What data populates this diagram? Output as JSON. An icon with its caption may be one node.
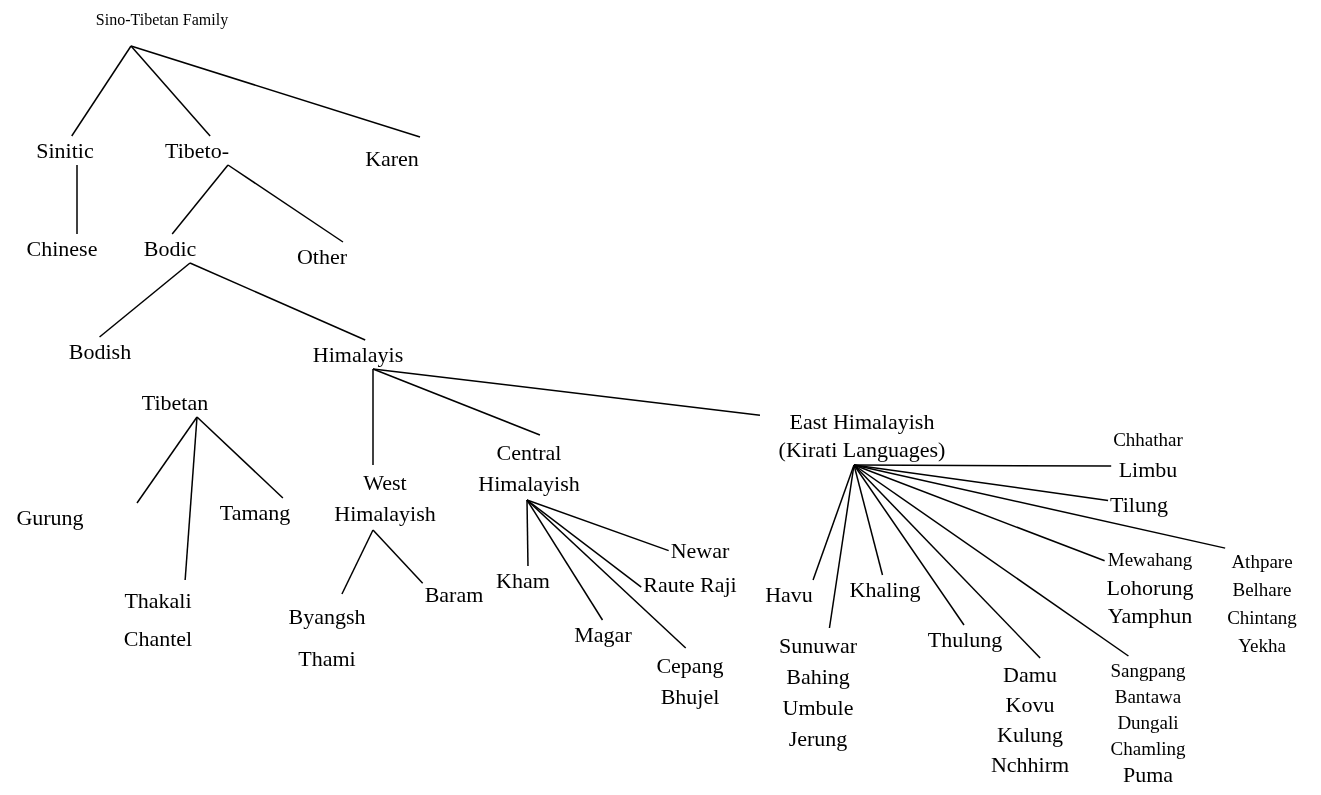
{
  "diagram": {
    "nodes": [
      {
        "text": [
          "Sino-Tibetan Family"
        ]
      },
      {
        "text": [
          "Sinitic"
        ]
      },
      {
        "text": [
          "Tibeto-"
        ]
      },
      {
        "text": [
          "Karen"
        ]
      },
      {
        "text": [
          "Chinese"
        ]
      },
      {
        "text": [
          "Bodic"
        ]
      },
      {
        "text": [
          "Other"
        ]
      },
      {
        "text": [
          "Bodish"
        ]
      },
      {
        "text": [
          "Himalayis"
        ]
      },
      {
        "text": [
          "Tibetan"
        ]
      },
      {
        "text": [
          "Gurung"
        ]
      },
      {
        "text": [
          "Thakali",
          "Chantel"
        ]
      },
      {
        "text": [
          "Tamang"
        ]
      },
      {
        "text": [
          "West Himalayish"
        ]
      },
      {
        "text": [
          "Central Himalayish"
        ]
      },
      {
        "text": [
          "East Himalayish (Kirati Languages)"
        ]
      },
      {
        "text": [
          "Kham"
        ]
      },
      {
        "text": [
          "Magar"
        ]
      },
      {
        "text": [
          "Cepang Bhujel"
        ]
      },
      {
        "text": [
          "Raute Raji"
        ]
      },
      {
        "text": [
          "Newar"
        ]
      },
      {
        "text": [
          "Baram"
        ]
      },
      {
        "text": [
          "Byangsh",
          "Thami"
        ]
      },
      {
        "text": [
          "Chhathar",
          "Limbu"
        ]
      },
      {
        "text": [
          "Tilung"
        ]
      },
      {
        "text": [
          "Havu"
        ]
      },
      {
        "text": [
          "Khaling"
        ]
      },
      {
        "text": [
          "Sunuwar",
          "Bahing",
          "Umbule",
          "Jerung"
        ]
      },
      {
        "text": [
          "Thulung"
        ]
      },
      {
        "text": [
          "Damu",
          "Kovu",
          "Kulung",
          "Nchhirm"
        ]
      },
      {
        "text": [
          "Mewahang",
          "Lohorung",
          "Yamphun"
        ]
      },
      {
        "text": [
          "Sangpang",
          "Bantawa",
          "Dungali",
          "Chamling",
          "Puma"
        ]
      },
      {
        "text": [
          "Athpare",
          "Belhare",
          "Chintang",
          "Yekha"
        ]
      }
    ],
    "edges": [
      {
        "from": 0,
        "to": 1,
        "arrow": "none"
      },
      {
        "from": 0,
        "to": 2,
        "arrow": "none"
      },
      {
        "from": 0,
        "to": 3,
        "arrow": "none"
      },
      {
        "from": 1,
        "to": 4,
        "arrow": "none"
      },
      {
        "from": 2,
        "to": 5,
        "arrow": "none"
      },
      {
        "from": 2,
        "to": 6,
        "arrow": "none"
      },
      {
        "from": 5,
        "to": 7,
        "arrow": "none"
      },
      {
        "from": 5,
        "to": 8,
        "arrow": "none"
      },
      {
        "from": 9,
        "to": 10,
        "arrow": "none"
      },
      {
        "from": 9,
        "to": 11,
        "arrow": "none"
      },
      {
        "from": 9,
        "to": 12,
        "arrow": "none"
      },
      {
        "from": 8,
        "to": 13,
        "arrow": "none"
      },
      {
        "from": 8,
        "to": 14,
        "arrow": "none"
      },
      {
        "from": 8,
        "to": 15,
        "arrow": "none"
      },
      {
        "from": 14,
        "to": 16,
        "arrow": "none"
      },
      {
        "from": 14,
        "to": 17,
        "arrow": "none"
      },
      {
        "from": 14,
        "to": 18,
        "arrow": "none"
      },
      {
        "from": 14,
        "to": 19,
        "arrow": "none"
      },
      {
        "from": 14,
        "to": 20,
        "arrow": "none"
      },
      {
        "from": 13,
        "to": 21,
        "arrow": "none"
      },
      {
        "from": 13,
        "to": 22,
        "arrow": "none"
      },
      {
        "from": 15,
        "to": 23,
        "arrow": "none"
      },
      {
        "from": 15,
        "to": 24,
        "arrow": "none"
      },
      {
        "from": 15,
        "to": 25,
        "arrow": "none"
      },
      {
        "from": 15,
        "to": 26,
        "arrow": "none"
      },
      {
        "from": 15,
        "to": 27,
        "arrow": "none"
      },
      {
        "from": 15,
        "to": 28,
        "arrow": "none"
      },
      {
        "from": 15,
        "to": 29,
        "arrow": "none"
      },
      {
        "from": 15,
        "to": 30,
        "arrow": "none"
      },
      {
        "from": 15,
        "to": 31,
        "arrow": "none"
      },
      {
        "from": 15,
        "to": 32,
        "arrow": "none"
      }
    ]
  }
}
